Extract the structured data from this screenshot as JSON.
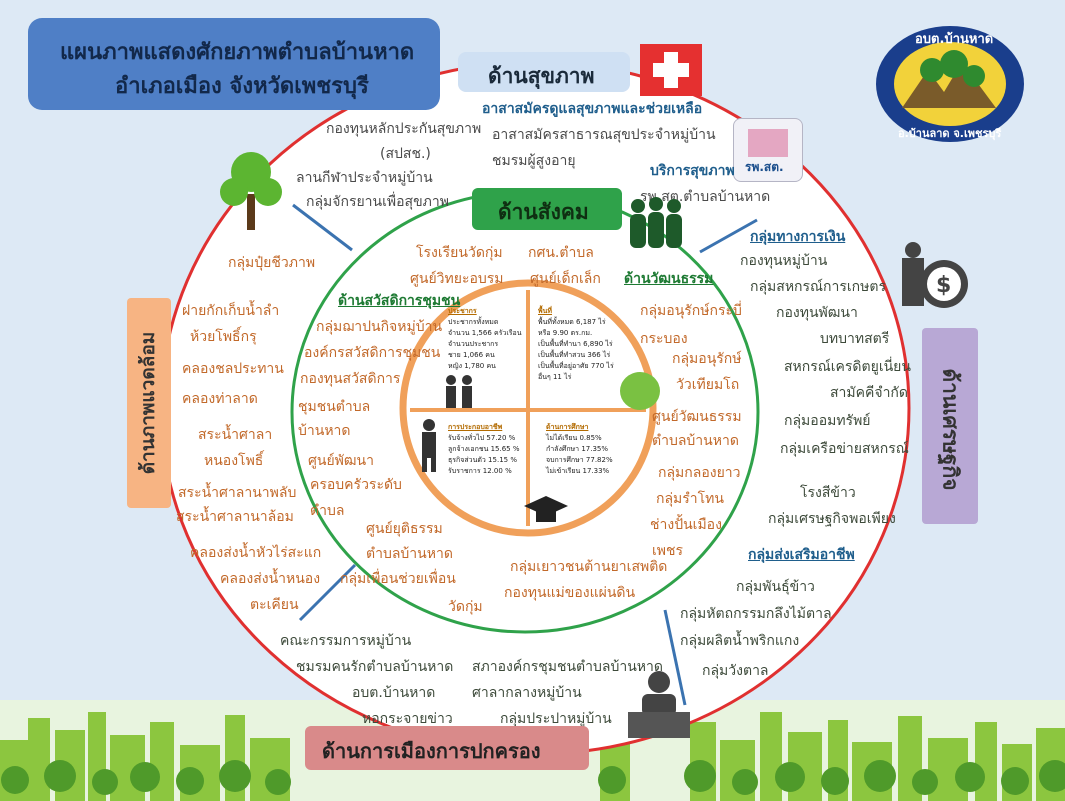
{
  "title": {
    "line1": "แผนภาพแสดงศักยภาพตำบลบ้านหาด",
    "line2": "อำเภอเมือง จังหวัดเพชรบุรี"
  },
  "logo": {
    "top_text": "อบต.บ้านหาด",
    "bottom_text": "อ.บ้านลาด จ.เพชรบุรี"
  },
  "labels": {
    "health": "ด้านสุขภาพ",
    "social": "ด้านสังคม",
    "environment": "ด้านภาพแวดล้อม",
    "economy": "ด้านเศรษฐกิจ",
    "politics": "ด้านการเมืองการปกครอง",
    "hospital_sign": "รพ.สต."
  },
  "health_items": {
    "heading1": "อาสาสมัครดูแลสุขภาพและช่วยเหลือ",
    "item1": "อาสาสมัครสาธารณสุขประจำหมู่บ้าน",
    "item2": "ชมรมผู้สูงอายุ",
    "heading2": "บริการสุขภาพ",
    "item3": "รพ.สต.ตำบลบ้านหาด",
    "left1": "กองทุนหลักประกันสุขภาพ",
    "left2": "(สปสช.)",
    "left3": "ลานกีฬาประจำหมู่บ้าน",
    "left4": "กลุ่มจักรยานเพื่อสุขภาพ"
  },
  "env_items": [
    "กลุ่มปุ๋ยชีวภาพ",
    "ฝายกักเก็บน้ำลำ",
    "ห้วยโพธิ์กรุ",
    "คลองชลประทาน",
    "คลองท่าลาด",
    "สระน้ำศาลา",
    "หนองโพธิ์",
    "สระน้ำศาลานาพลับ",
    "สระน้ำศาลานาล้อม",
    "คลองส่งน้ำหัวไร่สะแก",
    "คลองส่งน้ำหนอง",
    "ตะเคียน"
  ],
  "economy": {
    "heading1": "กลุ่มทางการเงิน",
    "finance": [
      "กองทุนหมู่บ้าน",
      "กลุ่มสหกรณ์การเกษตร",
      "กองทุนพัฒนา",
      "บทบาทสตรี",
      "สหกรณ์เครดิตยูเนี่ยน",
      "สามัคคีจำกัด",
      "กลุ่มออมทรัพย์",
      "กลุ่มเครือข่ายสหกรณ์"
    ],
    "middle": [
      "โรงสีข้าว",
      "กลุ่มเศรษฐกิจพอเพียง"
    ],
    "heading2": "กลุ่มส่งเสริมอาชีพ",
    "career": [
      "กลุ่มพันธุ์ข้าว",
      "กลุ่มหัตถกรรมกลึงไม้ตาล",
      "กลุ่มผลิตน้ำพริกแกง",
      "กลุ่มวังตาล"
    ]
  },
  "politics": {
    "left": [
      "คณะกรรมการหมู่บ้าน",
      "ชมรมคนรักตำบลบ้านหาด",
      "อบต.บ้านหาด",
      "หอกระจายข่าว"
    ],
    "right": [
      "สภาองค์กรชุมชนตำบลบ้านหาด",
      "ศาลากลางหมู่บ้าน",
      "กลุ่มประปาหมู่บ้าน"
    ]
  },
  "social": {
    "top": [
      "โรงเรียนวัดกุ่ม",
      "กศน.ตำบล",
      "ศูนย์วิทยะอบรม",
      "ศูนย์เด็กเล็ก"
    ],
    "welfare_heading": "ด้านสวัสดิการชุมชน",
    "welfare": [
      "กลุ่มฌาปนกิจหมู่บ้าน",
      "องค์กรสวัสดิการชุมชน",
      "กองทุนสวัสดิการ",
      "ชุมชนตำบล",
      "บ้านหาด",
      "ศูนย์พัฒนา",
      "ครอบครัวระดับ",
      "ตำบล",
      "ศูนย์ยุติธรรม",
      "ตำบลบ้านหาด",
      "กลุ่มเพื่อนช่วยเพื่อน",
      "วัดกุ่ม"
    ],
    "culture_heading": "ด้านวัฒนธรรม",
    "culture": [
      "กลุ่มอนุรักษ์กระบี่",
      "กระบอง",
      "กลุ่มอนุรักษ์",
      "วัวเทียมโถ",
      "ศูนย์วัฒนธรรม",
      "ตำบลบ้านหาด",
      "กลุ่มกลองยาว",
      "กลุ่มรำโทน",
      "ช่างปั้นเมือง",
      "เพชร"
    ],
    "bottom": [
      "กลุ่มเยาวชนต้านยาเสพติด",
      "กองทุนแม่ของแผ่นดิน"
    ]
  },
  "core": {
    "population_heading": "ประชากร",
    "population_lines": [
      "ประชากรทั้งหมด",
      "จำนวน 1,566 ครัวเรือน",
      "จำนวนประชากร",
      "ชาย 1,066 คน",
      "หญิง 1,780 คน"
    ],
    "land_heading": "พื้นที่",
    "land_lines": [
      "พื้นที่ทั้งหมด 6,187 ไร่",
      "หรือ 9.90 ตร.กม.",
      "เป็นพื้นที่ทำนา 6,890 ไร่",
      "เป็นพื้นที่ทำสวน 366 ไร่",
      "เป็นพื้นที่อยู่อาศัย 770 ไร่",
      "อื่นๆ 11 ไร่"
    ],
    "occupation_heading": "การประกอบอาชีพ",
    "occupation_lines": [
      "รับจ้างทั่วไป 57.20 %",
      "ลูกจ้างเอกชน 15.65 %",
      "ธุรกิจส่วนตัว 15.15 %",
      "รับราชการ 12.00 %"
    ],
    "education_heading": "ด้านการศึกษา",
    "education_lines": [
      "ไม่ได้เรียน 0.85%",
      "กำลังศึกษา 17.35%",
      "จบการศึกษา 77.82%",
      "ไม่เข้าเรียน 17.33%"
    ]
  },
  "colors": {
    "outer_ring": "#e03030",
    "middle_ring": "#2fa24a",
    "core_ring": "#f0a05a",
    "spokes": "#3b73b0",
    "title_box": "#4f7fc6",
    "health_box": "#cfe0f3",
    "social_box": "#2fa24a",
    "env_box": "#f7b483",
    "economy_box": "#b8a8d5",
    "politics_box": "#d98a8a"
  }
}
